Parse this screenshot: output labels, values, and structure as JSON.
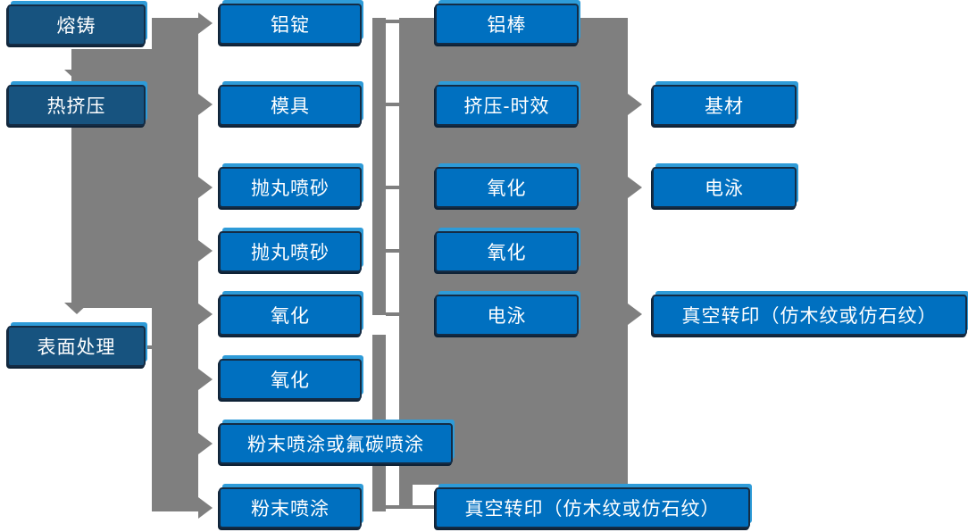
{
  "flowchart": {
    "stage_column": [
      "熔铸",
      "热挤压",
      "表面处理"
    ],
    "column2": [
      "铝锭",
      "模具",
      "抛丸喷砂",
      "抛丸喷砂",
      "氧化",
      "氧化",
      "粉末喷涂或氟碳喷涂",
      "粉末喷涂"
    ],
    "column3": [
      "铝棒",
      "挤压-时效",
      "氧化",
      "氧化",
      "电泳",
      "真空转印（仿木纹或仿石纹）"
    ],
    "column4": [
      "基材",
      "电泳",
      "真空转印（仿木纹或仿石纹）"
    ],
    "colors": {
      "process_box_fill": "#0070c0",
      "stage_box_fill": "#17537f",
      "box_border": "#142c45",
      "box_highlight": "#2e9bd8",
      "connector_gray": "#7f7f7f",
      "text": "#ffffff"
    }
  }
}
